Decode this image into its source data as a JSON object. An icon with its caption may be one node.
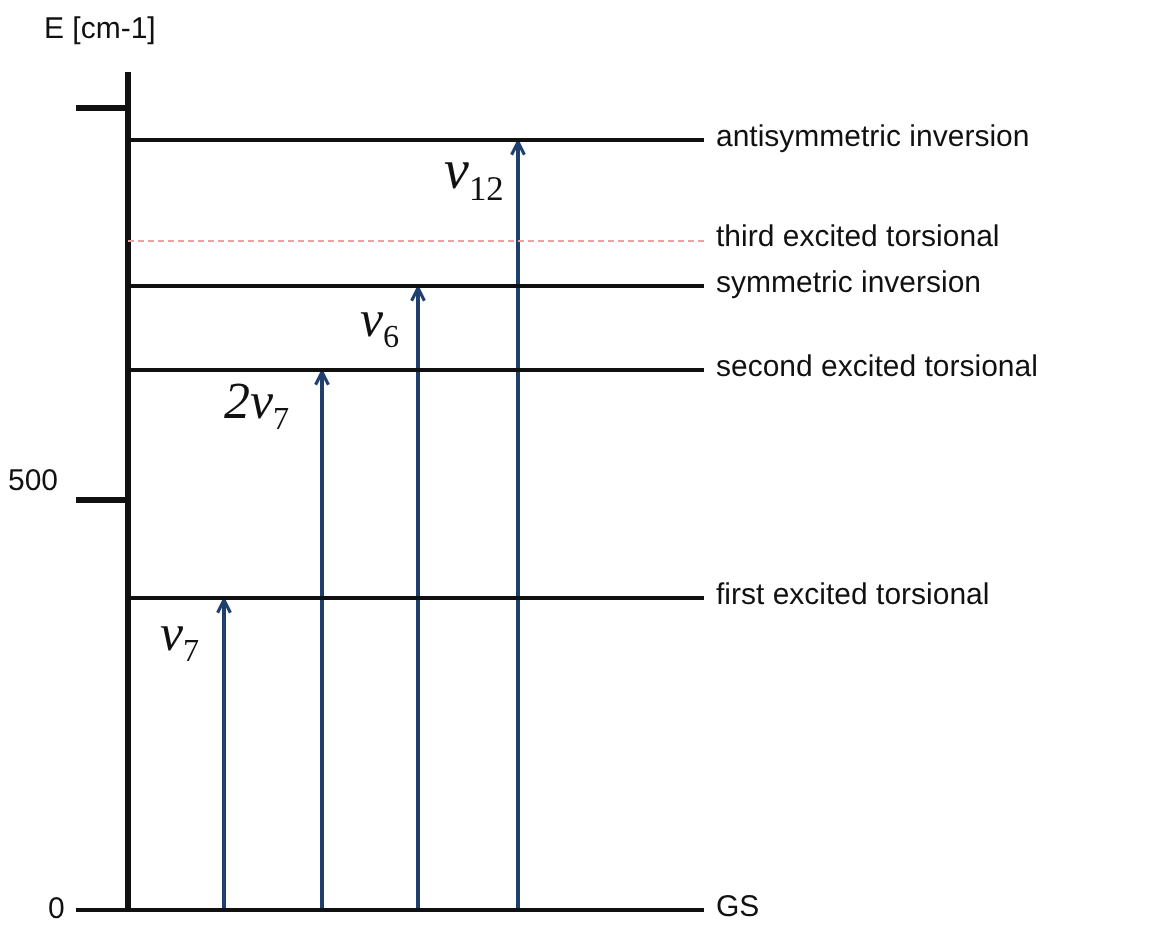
{
  "diagram": {
    "nodes": [
      {
        "text": [
          "antisymmetric inversion"
        ]
      },
      {
        "text": [
          "third excited torsional"
        ]
      },
      {
        "text": [
          "symmetric inversion"
        ]
      },
      {
        "text": [
          "second  excited torsional"
        ]
      },
      {
        "text": [
          "first excited torsional"
        ]
      },
      {
        "text": [
          "GS"
        ]
      }
    ],
    "edges": [
      {
        "from": 5,
        "to": 4,
        "arrow": "to",
        "label": "ν$_{7}$"
      },
      {
        "from": 5,
        "to": 3,
        "arrow": "to",
        "label": "2ν$_{7}$"
      },
      {
        "from": 5,
        "to": 2,
        "arrow": "to",
        "label": "ν$_{6}$"
      },
      {
        "from": 5,
        "to": 0,
        "arrow": "to",
        "label": "ν$_{12}$"
      }
    ],
    "labels": [
      "E [cm-1]",
      "500",
      "0"
    ]
  }
}
